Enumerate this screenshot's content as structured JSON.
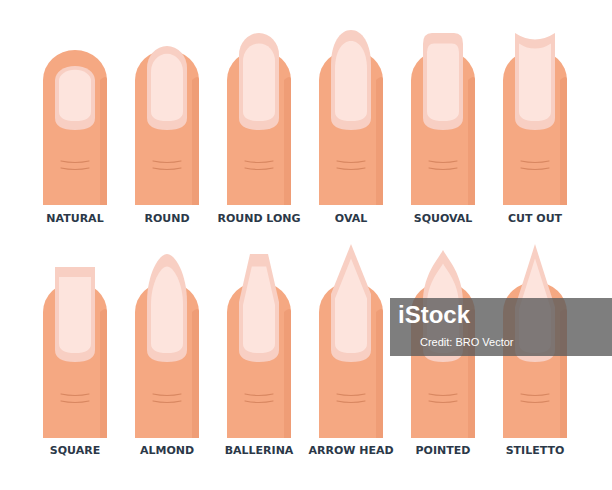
{
  "diagram": {
    "labels": [
      "NATURAL",
      "ROUND",
      "ROUND LONG",
      "OVAL",
      "SQUOVAL",
      "CUT OUT",
      "SQUARE",
      "ALMOND",
      "BALLERINA",
      "ARROW HEAD",
      "POINTED",
      "STILETTO",
      "iStock",
      "Credit: BRO Vector"
    ]
  }
}
